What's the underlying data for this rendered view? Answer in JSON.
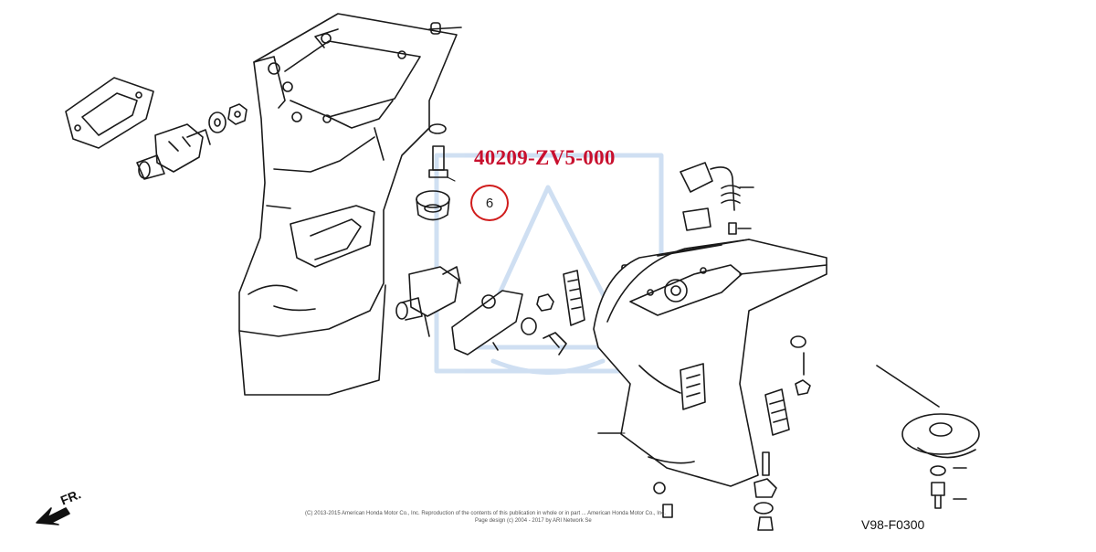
{
  "diagram": {
    "part_number": "40209-ZV5-000",
    "callout_number": "6",
    "figure_code": "V98-F0300",
    "direction_label": "FR.",
    "copyright_line": "(C) 2013-2015 American Honda Motor Co., Inc. Reproduction of the contents of this publication in whole or in part ... American Honda Motor Co., Inc.",
    "page_design_line": "Page design (c) 2004 - 2017 by ARI Network Se"
  },
  "colors": {
    "part_number": "#c8102e",
    "callout_ring": "#d01c1c",
    "line_art": "#1a1a1a",
    "watermark": "#a9c6e8"
  }
}
